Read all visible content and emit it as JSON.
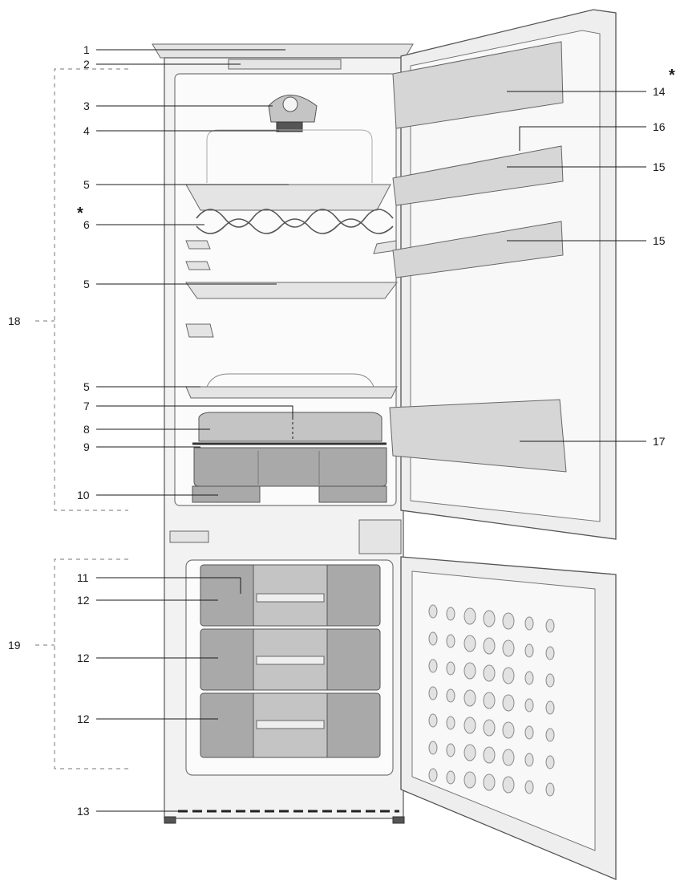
{
  "labels": {
    "l1": "1",
    "l2": "2",
    "l3": "3",
    "l4": "4",
    "l5a": "5",
    "l5b": "5",
    "l5c": "5",
    "l6": "6",
    "l7": "7",
    "l8": "8",
    "l9": "9",
    "l10": "10",
    "l11": "11",
    "l12a": "12",
    "l12b": "12",
    "l12c": "12",
    "l13": "13",
    "l14": "14",
    "l15a": "15",
    "l15b": "15",
    "l16": "16",
    "l17": "17",
    "l18": "18",
    "l19": "19"
  },
  "markers": {
    "star_left": "*",
    "star_right": "*"
  }
}
